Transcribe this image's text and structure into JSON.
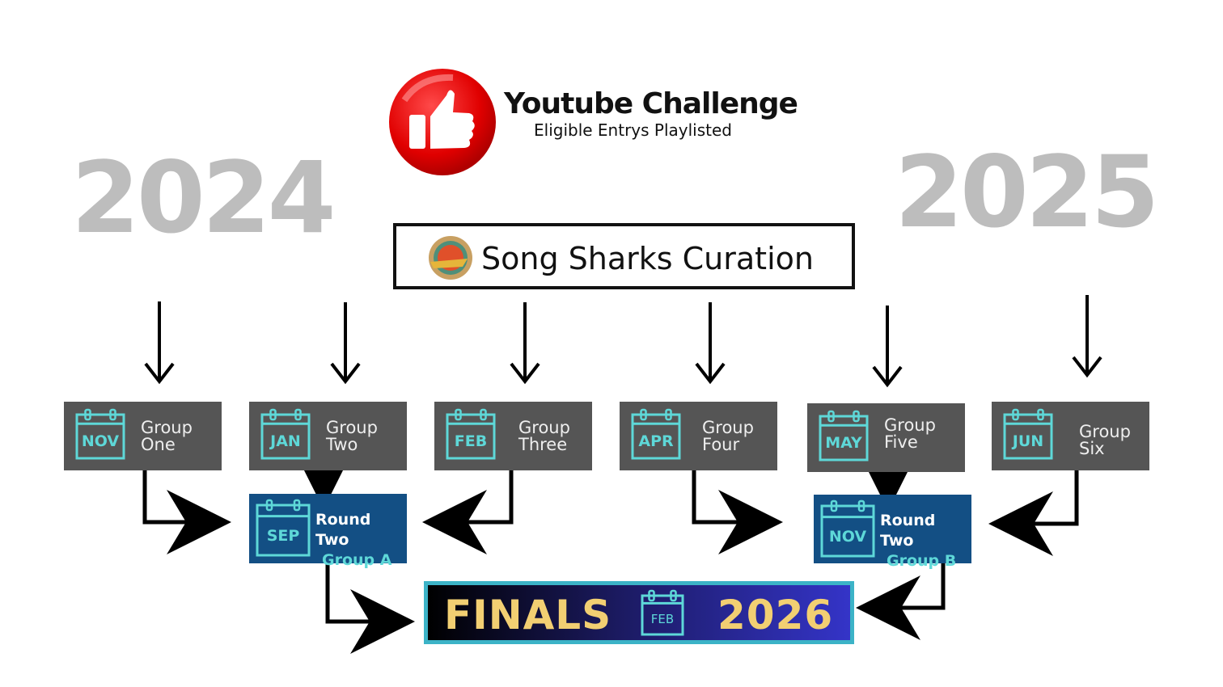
{
  "header": {
    "title": "Youtube Challenge",
    "subtitle": "Eligible Entrys Playlisted",
    "logo_icon": "thumbs-up-icon"
  },
  "years": {
    "left": "2024",
    "right": "2025"
  },
  "curation": {
    "label": "Song Sharks Curation",
    "logo_icon": "song-sharks-logo-icon"
  },
  "groups": [
    {
      "month": "NOV",
      "line1": "Group",
      "line2": "One"
    },
    {
      "month": "JAN",
      "line1": "Group",
      "line2": "Two"
    },
    {
      "month": "FEB",
      "line1": "Group",
      "line2": "Three"
    },
    {
      "month": "APR",
      "line1": "Group",
      "line2": "Four"
    },
    {
      "month": "MAY",
      "line1": "Group",
      "line2": "Five"
    },
    {
      "month": "JUN",
      "line1": "Group",
      "line2": "Six"
    }
  ],
  "round_two": [
    {
      "month": "SEP",
      "line1": "Round Two",
      "line2": "Group A"
    },
    {
      "month": "NOV",
      "line1": "Round Two",
      "line2": "Group B"
    }
  ],
  "finals": {
    "label": "FINALS",
    "month": "FEB",
    "year": "2026"
  },
  "colors": {
    "group_bg": "#555555",
    "round_bg": "#134f84",
    "accent": "#5ed8d8",
    "gold": "#f2cf72",
    "year_gray": "#bdbdbd"
  }
}
